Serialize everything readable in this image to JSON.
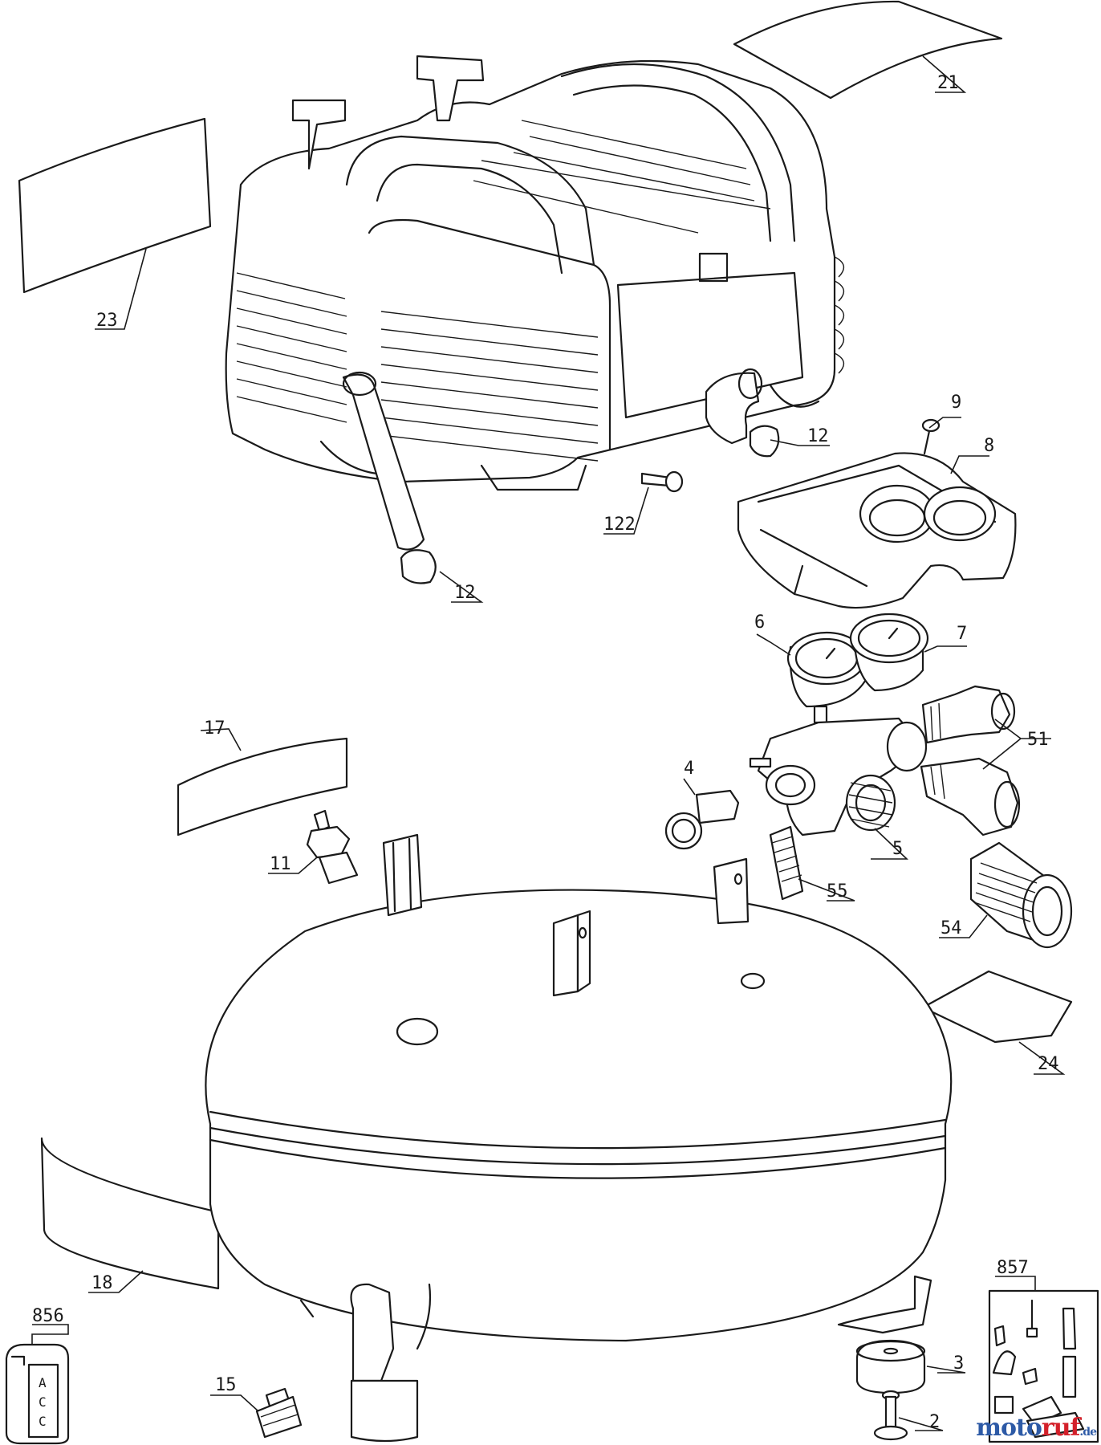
{
  "part_labels": {
    "p21": "21",
    "p23": "23",
    "p9": "9",
    "p8": "8",
    "p12a": "12",
    "p12b": "12",
    "p122": "122",
    "p6": "6",
    "p7": "7",
    "p51": "51",
    "p4": "4",
    "p17": "17",
    "p11": "11",
    "p5": "5",
    "p55": "55",
    "p54": "54",
    "p24": "24",
    "p18": "18",
    "p857": "857",
    "p856": "856",
    "p3": "3",
    "p15": "15",
    "p2": "2"
  },
  "acc_label": [
    "A",
    "C",
    "C"
  ],
  "watermark": {
    "part1": "moto",
    "part2": "ruf",
    "part3": ".de"
  }
}
